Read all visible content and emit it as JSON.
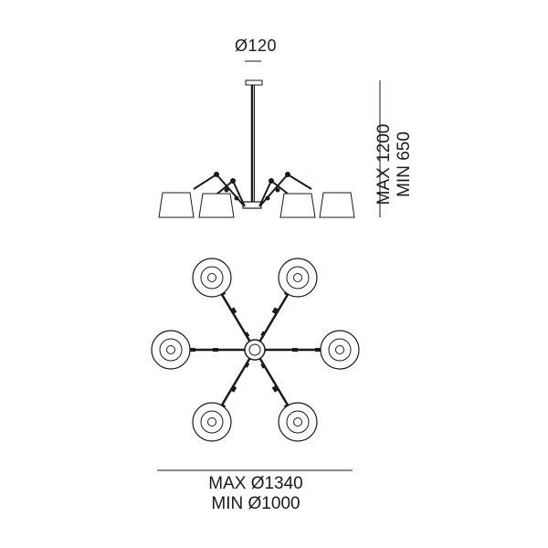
{
  "dimensions": {
    "canopy_diameter": "Ø120",
    "height_max": "MAX 1200",
    "height_min": "MIN 650",
    "span_max": "MAX Ø1340",
    "span_min": "MIN Ø1000"
  },
  "colors": {
    "line": "#1a1a1a",
    "shade_fill": "#ffffff"
  },
  "views": [
    "side-elevation",
    "top-plan"
  ],
  "arm_count": 6
}
